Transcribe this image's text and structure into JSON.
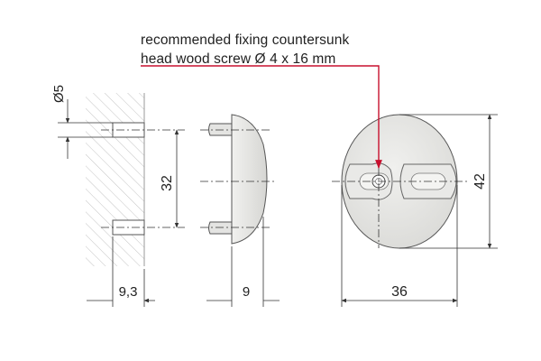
{
  "annotation": {
    "line1": "recommended fixing countersunk",
    "line2": "head wood screw Ø 4 x 16 mm"
  },
  "dimensions": {
    "bore_diameter": "Ø5",
    "hole_spacing": "32",
    "board_depth": "9,3",
    "cap_depth": "9",
    "cap_width": "36",
    "cap_height": "42"
  },
  "colors": {
    "line": "#333333",
    "hatch": "#bbbbbb",
    "part_fill": "#e2e2e0",
    "pointer": "#c8102e"
  }
}
